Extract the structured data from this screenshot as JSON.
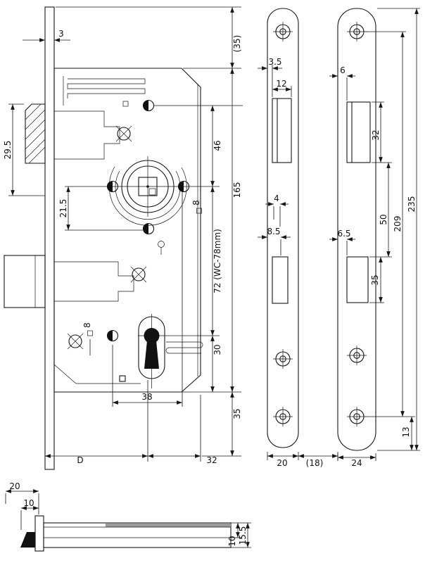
{
  "colors": {
    "background": "#ffffff",
    "line": "#161616",
    "fill": "#111111",
    "shade": "#9a9a9a"
  },
  "views": {
    "lock_body": {
      "dims": {
        "faceplate_thickness": "3",
        "top_extension": "(35)",
        "latch_height": "29.5",
        "hub_offset": "21.5",
        "latch_to_hub": "46",
        "hub_square": "8",
        "case_height": "165",
        "hub_to_keyhole": "72  (WC-78mm)",
        "keyhole_to_bottom": "30",
        "keyhole_width": "38",
        "bottom_margin": "35",
        "backset": "D",
        "hub_to_back": "32",
        "keyhole_bit": "8"
      }
    },
    "faceplate_narrow": {
      "dims": {
        "edge_to_cutout": "3.5",
        "latch_cutout_width": "12",
        "bolt_gap": "4",
        "bolt_offset": "8.5",
        "width": "20",
        "gap": "(18)"
      }
    },
    "faceplate_wide": {
      "dims": {
        "edge_to_cutout": "6",
        "latch_cutout_height": "32",
        "cutout_spacing": "50",
        "hole_spacing": "209",
        "height": "235",
        "bolt_edge": "6.5",
        "bolt_cutout_height": "35",
        "hole_to_edge": "13",
        "width": "24"
      }
    },
    "top_view": {
      "dims": {
        "faceplate_width": "20",
        "latch_throw": "10",
        "case_thickness": "10",
        "total_thickness": "15.5"
      }
    }
  }
}
